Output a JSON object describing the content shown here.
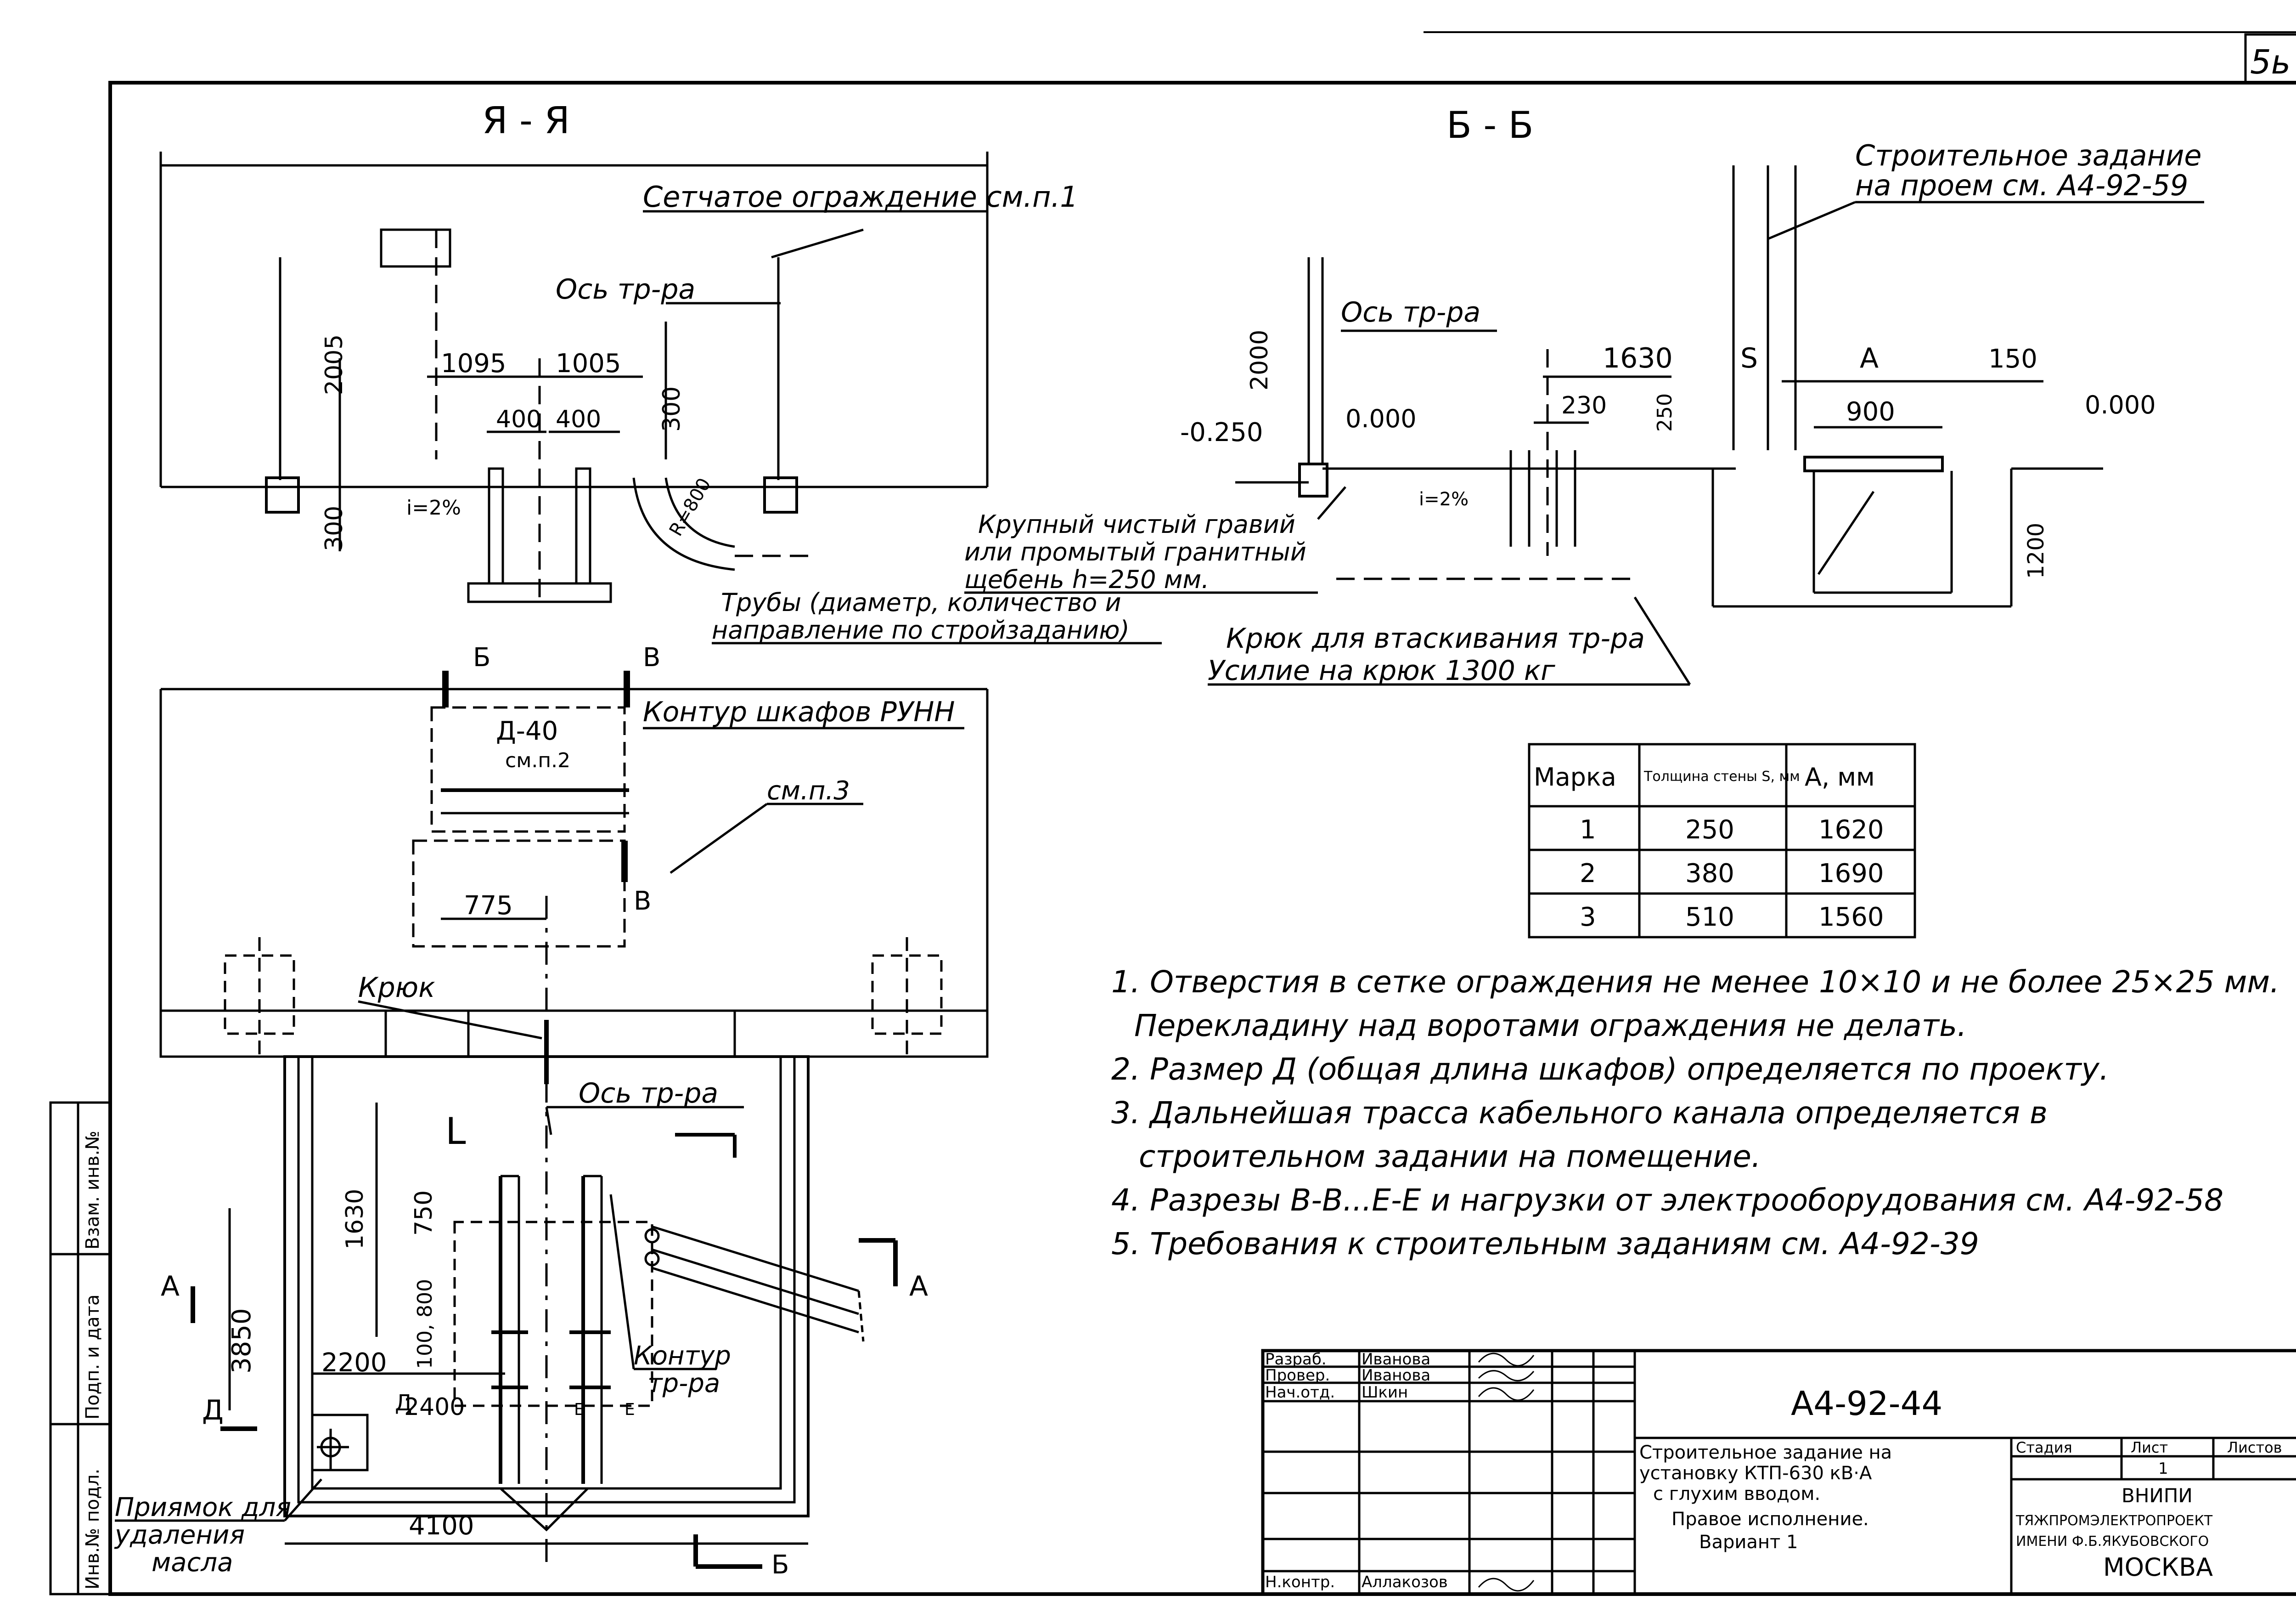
{
  "sheet_corner": "5ь",
  "views": {
    "section_aa": "Я - Я",
    "section_bb": "Б - Б"
  },
  "section_aa": {
    "fence_note": "Сетчатое ограждение см.п.1",
    "pipe_axis": "Ось тр-ра",
    "dim_2005": "2005",
    "dim_300_below": "300",
    "dim_1095": "1095",
    "dim_1005": "1005",
    "dim_400_left": "400",
    "dim_400_right": "400",
    "dim_300_right": "300",
    "slope": "i=2%",
    "radius": "R=800",
    "pipes_note_line1": "Трубы (диаметр, количество и",
    "pipes_note_line2": "направление по стройзаданию)"
  },
  "section_bb": {
    "task_note_line1": "Строительное задание",
    "task_note_line2": "на проем см. А4-92-59",
    "pipe_axis": "Ось тр-ра",
    "dim_2000": "2000",
    "level_left": "-0.250",
    "level_zero_left": "0.000",
    "level_zero_right": "0.000",
    "dim_1630": "1630",
    "dim_S": "S",
    "dim_A": "А",
    "dim_150": "150",
    "dim_230": "230",
    "dim_250": "250",
    "dim_900": "900",
    "dim_1200": "1200",
    "slope": "i=2%",
    "gravel_line1": "Крупный чистый гравий",
    "gravel_line2": "или промытый гранитный",
    "gravel_line3": "щебень h=250 мм.",
    "hook_line1": "Крюк для втаскивания тр-ра",
    "hook_line2": "Усилие на крюк 1300 кг"
  },
  "plan": {
    "cut_b": "Б",
    "cut_v_top": "В",
    "cut_v_right": "В",
    "cabinets_contour": "Контур шкафов РУНН",
    "dim_d40": "Д-40",
    "see_p2": "см.п.2",
    "see_p3": "см.п.3",
    "dim_775": "775",
    "hook": "Крюк",
    "pipe_axis": "Ось тр-ра",
    "letter_L": "L",
    "dim_1630": "1630",
    "dim_750": "750",
    "dim_800": "100, 800",
    "dim_3850": "3850",
    "dim_2200": "2200",
    "dim_2400": "2400",
    "dim_4100": "4100",
    "label_D": "Д",
    "label_A_left": "А",
    "label_A_right": "А",
    "label_B_bottom": "Б",
    "label_E1": "Е",
    "label_E2": "Е",
    "contour_line1": "Контур",
    "contour_line2": "тр-ра",
    "pit_line1": "Приямок для",
    "pit_line2": "удаления",
    "pit_line3": "масла"
  },
  "wall_table": {
    "headers": [
      "Марка",
      "Толщина стены S, мм",
      "А, мм"
    ],
    "rows": [
      [
        "1",
        "250",
        "1620"
      ],
      [
        "2",
        "380",
        "1690"
      ],
      [
        "3",
        "510",
        "1560"
      ]
    ]
  },
  "notes": [
    "1. Отверстия в сетке ограждения не менее 10×10 и не более 25×25 мм.",
    "Перекладину над воротами ограждения не делать.",
    "2. Размер Д (общая длина шкафов) определяется по проекту.",
    "3. Дальнейшая трасса кабельного канала определяется в",
    "строительном задании на помещение.",
    "4. Разрезы В-В...Е-Е и нагрузки от электрооборудования см. А4-92-58",
    "5. Требования к строительным заданиям см. А4-92-39"
  ],
  "side_stamp": [
    "Инв.№ подл.",
    "Подп. и дата",
    "Взам. инв.№"
  ],
  "title_block": {
    "sign_rows": [
      {
        "role": "Разраб.",
        "name": "Иванова"
      },
      {
        "role": "Провер.",
        "name": "Иванова"
      },
      {
        "role": "Нач.отд.",
        "name": "Шкин"
      },
      {
        "role": "",
        "name": ""
      },
      {
        "role": "",
        "name": ""
      },
      {
        "role": "",
        "name": ""
      },
      {
        "role": "Н.контр.",
        "name": "Аллакозов"
      }
    ],
    "doc_code": "А4-92-44",
    "title_lines": [
      "Строительное задание на",
      "установку КТП-630 кВ·А",
      "с глухим вводом.",
      "Правое исполнение.",
      "Вариант 1"
    ],
    "stage_label": "Стадия",
    "sheet_label": "Лист",
    "sheets_label": "Листов",
    "sheet_value": "1",
    "org_lines": [
      "ВНИПИ",
      "ТЯЖПРОМЭЛЕКТРОПРОЕКТ",
      "ИМЕНИ Ф.Б.ЯКУБОВСКОГО",
      "МОСКВА"
    ]
  }
}
